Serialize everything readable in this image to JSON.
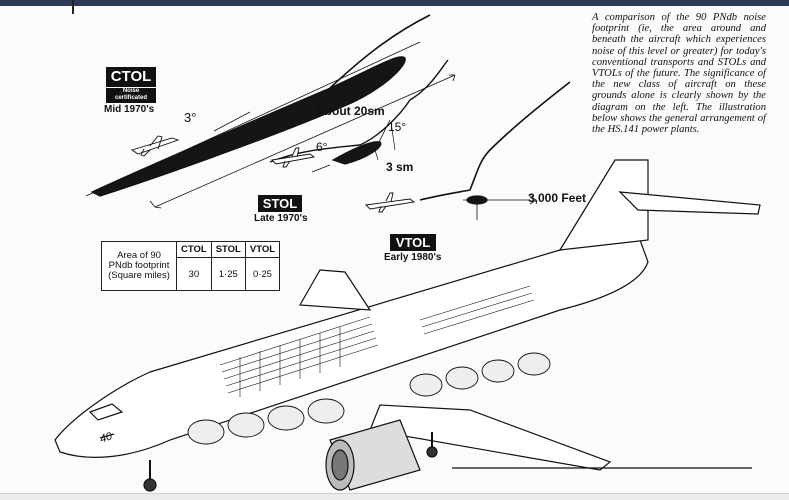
{
  "caption": "A comparison of the 90 PNdb noise footprint (ie, the area around and beneath the aircraft which experiences noise of this level or greater) for today's conventional transports and STOLs and VTOLs of the future. The significance of the new class of aircraft on these grounds alone is clearly shown by the diagram on the left. The illustration below shows the general arrangement of the HS.141 power plants.",
  "ctol": {
    "title": "CTOL",
    "tag": "Noise certificated",
    "date": "Mid 1970's",
    "angle": "3°"
  },
  "stol": {
    "title": "STOL",
    "date": "Late 1970's",
    "angle": "6°",
    "angle2": "15°"
  },
  "vtol": {
    "title": "VTOL",
    "date": "Early 1980's"
  },
  "distances": {
    "about": "About 20sm",
    "three_sm": "3 sm",
    "feet": "3,000 Feet"
  },
  "table": {
    "row_label": "Area of 90 PNdb footprint (Square miles)",
    "headers": [
      "CTOL",
      "STOL",
      "VTOL"
    ],
    "values": [
      "30",
      "1·25",
      "0·25"
    ]
  },
  "aircraft_marking": "40",
  "colors": {
    "ink": "#111111",
    "paper": "#fbfbfa",
    "accent_bar": "#2e3a57"
  }
}
